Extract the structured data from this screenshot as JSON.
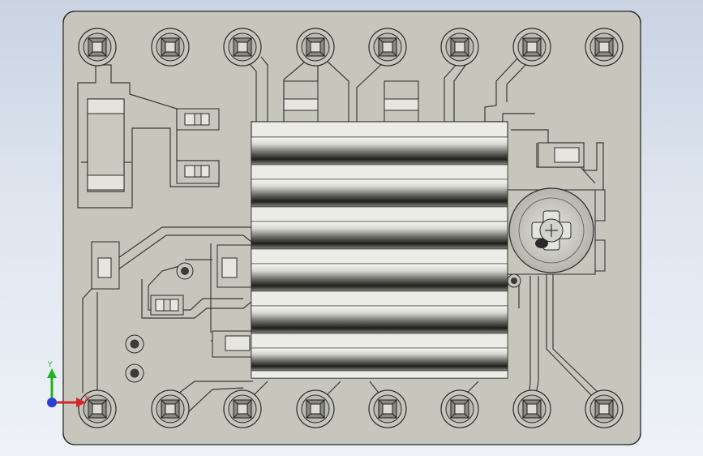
{
  "viewport": {
    "background_top": "#c9d3e2",
    "background_bottom": "#eef2f7"
  },
  "board": {
    "pcb_color": "#c6c6bd",
    "edge_color": "#2a2a2a",
    "trace_color": "#3a3a36",
    "pad_color": "#bdbdb4",
    "heatsink_light": "#f4f4f0",
    "heatsink_dark": "#1c1c1c",
    "top_header_pins": 8,
    "bottom_header_pins": 8
  },
  "triad": {
    "y_label": "Y",
    "x_label": "X",
    "y_color": "#1fb31f",
    "x_color": "#d62828",
    "z_color": "#2b3ed6"
  }
}
